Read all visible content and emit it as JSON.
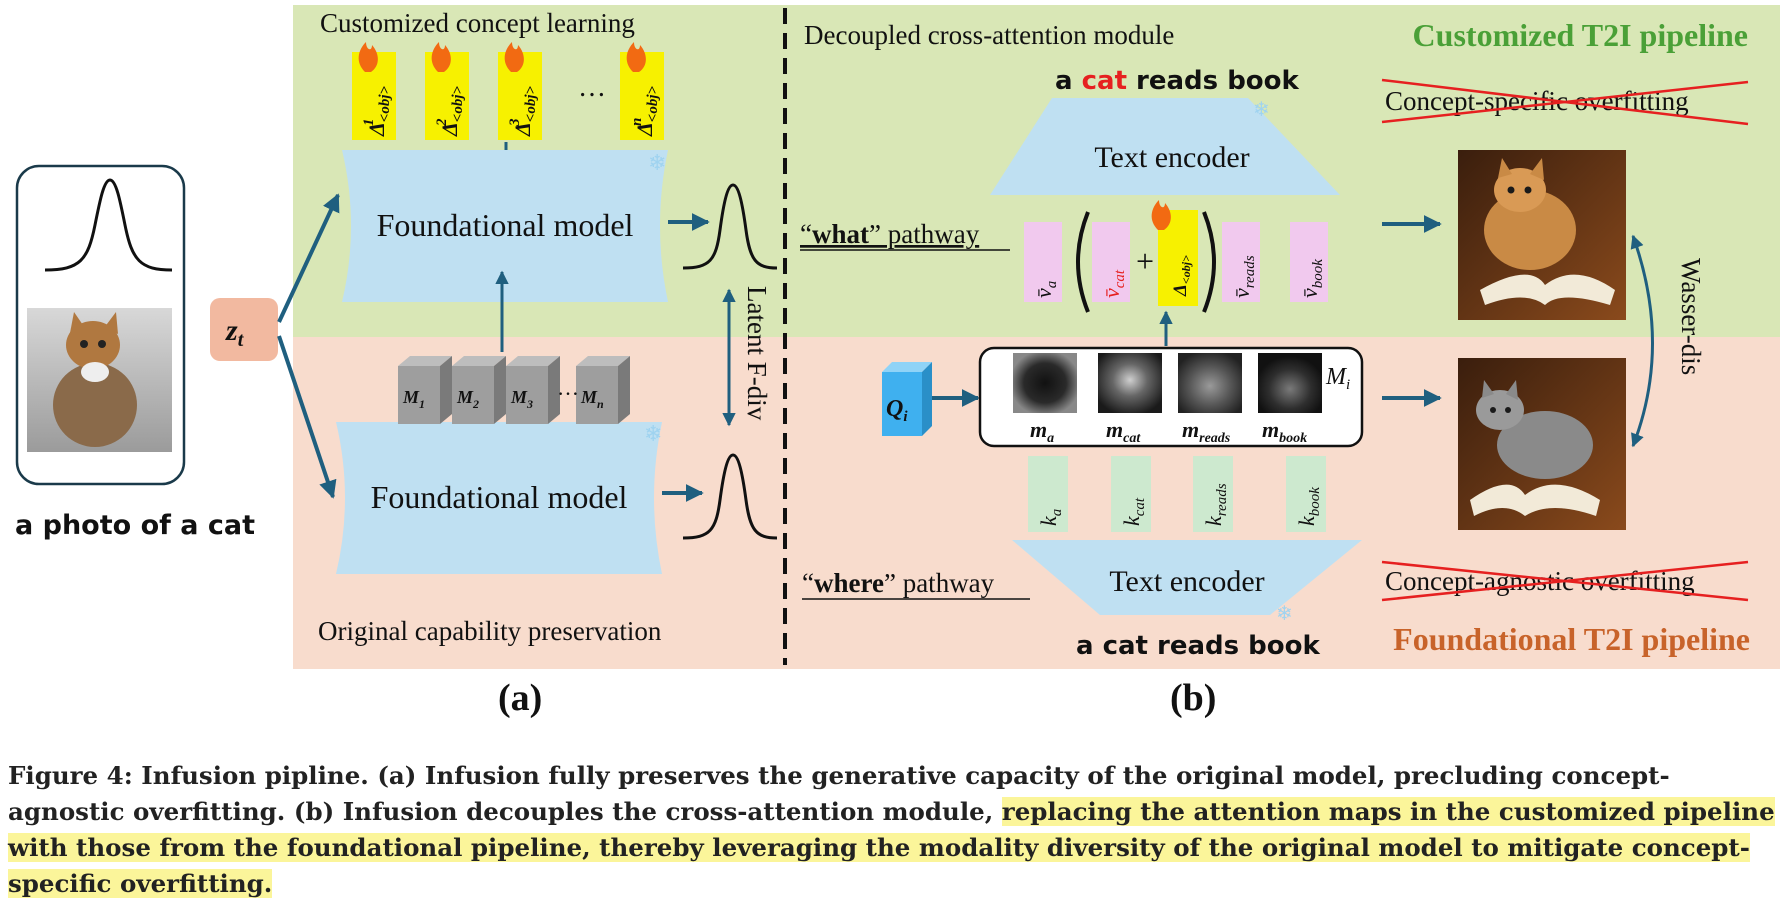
{
  "panel_a": {
    "top_label": "Customized concept learning",
    "bottom_label": "Original capability preservation",
    "model_top": "Foundational model",
    "model_bottom": "Foundational model",
    "latent_label": "Latent F-div",
    "input_caption": "a photo of a cat",
    "zt_label": "z",
    "zt_sub": "t",
    "delta_base": "Δ",
    "delta_sub": "<obj>",
    "delta_sups": [
      "1",
      "2",
      "3",
      "n"
    ],
    "delta_ellipsis": "…",
    "mask_base": "M",
    "mask_subs": [
      "1",
      "2",
      "3",
      "n"
    ],
    "mask_ellipsis": "…",
    "panel_letter": "(a)"
  },
  "panel_b": {
    "module_label": "Decoupled cross-attention module",
    "customized_title": "Customized T2I pipeline",
    "foundational_title": "Foundational T2I pipeline",
    "prompt_top": [
      "a ",
      "cat",
      " reads book"
    ],
    "prompt_bottom": "a cat reads book",
    "text_encoder_top": "Text encoder",
    "text_encoder_bottom": "Text encoder",
    "what_pathway": [
      "“",
      "what",
      "” pathway"
    ],
    "where_pathway": [
      "“",
      "where",
      "” pathway"
    ],
    "struck_top": "Concept-specific overfitting",
    "struck_bottom": "Concept-agnostic overfitting",
    "wasser_label": "Wasser-dis",
    "value_tokens": [
      "a",
      "cat",
      "reads",
      "book"
    ],
    "key_tokens": [
      "a",
      "cat",
      "reads",
      "book"
    ],
    "map_tokens": [
      "a",
      "cat",
      "reads",
      "book"
    ],
    "plus": "+",
    "q_label": "Q",
    "q_sub": "i",
    "m_label": "M",
    "m_sub": "i",
    "panel_letter": "(b)"
  },
  "caption": {
    "plain": "Figure 4: Infusion pipline. (a) Infusion fully preserves the generative capacity of the original model, precluding concept-agnostic overfitting. (b) Infusion decouples the cross-attention module, ",
    "highlighted": "replacing the attention maps in the customized pipeline with those from the foundational pipeline, thereby leveraging the modality diversity of the original model to mitigate concept-specific overfitting."
  },
  "colors": {
    "green_bg": "#d9e7b6",
    "pink_bg": "#f8dccd",
    "blue_model": "#bfe0f2",
    "yellow": "#f7f100",
    "magenta": "#f1c9ee",
    "mint": "#cde9cf",
    "arrow": "#1f5f7f",
    "green_title": "#4aa037",
    "orange_title": "#c8632a",
    "red": "#e62020"
  }
}
